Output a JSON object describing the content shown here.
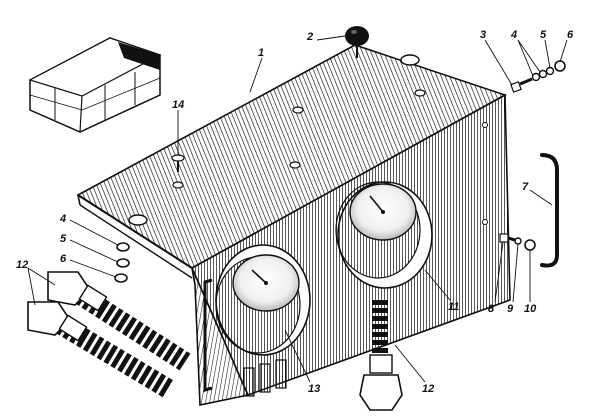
{
  "diagram": {
    "callouts": [
      "1",
      "2",
      "3",
      "4",
      "5",
      "6",
      "7",
      "8",
      "9",
      "10",
      "11",
      "12",
      "13",
      "14",
      "4",
      "5",
      "6",
      "12"
    ]
  },
  "colors": {
    "ink": "#111111",
    "paper": "#ffffff",
    "shade": "#555555"
  }
}
